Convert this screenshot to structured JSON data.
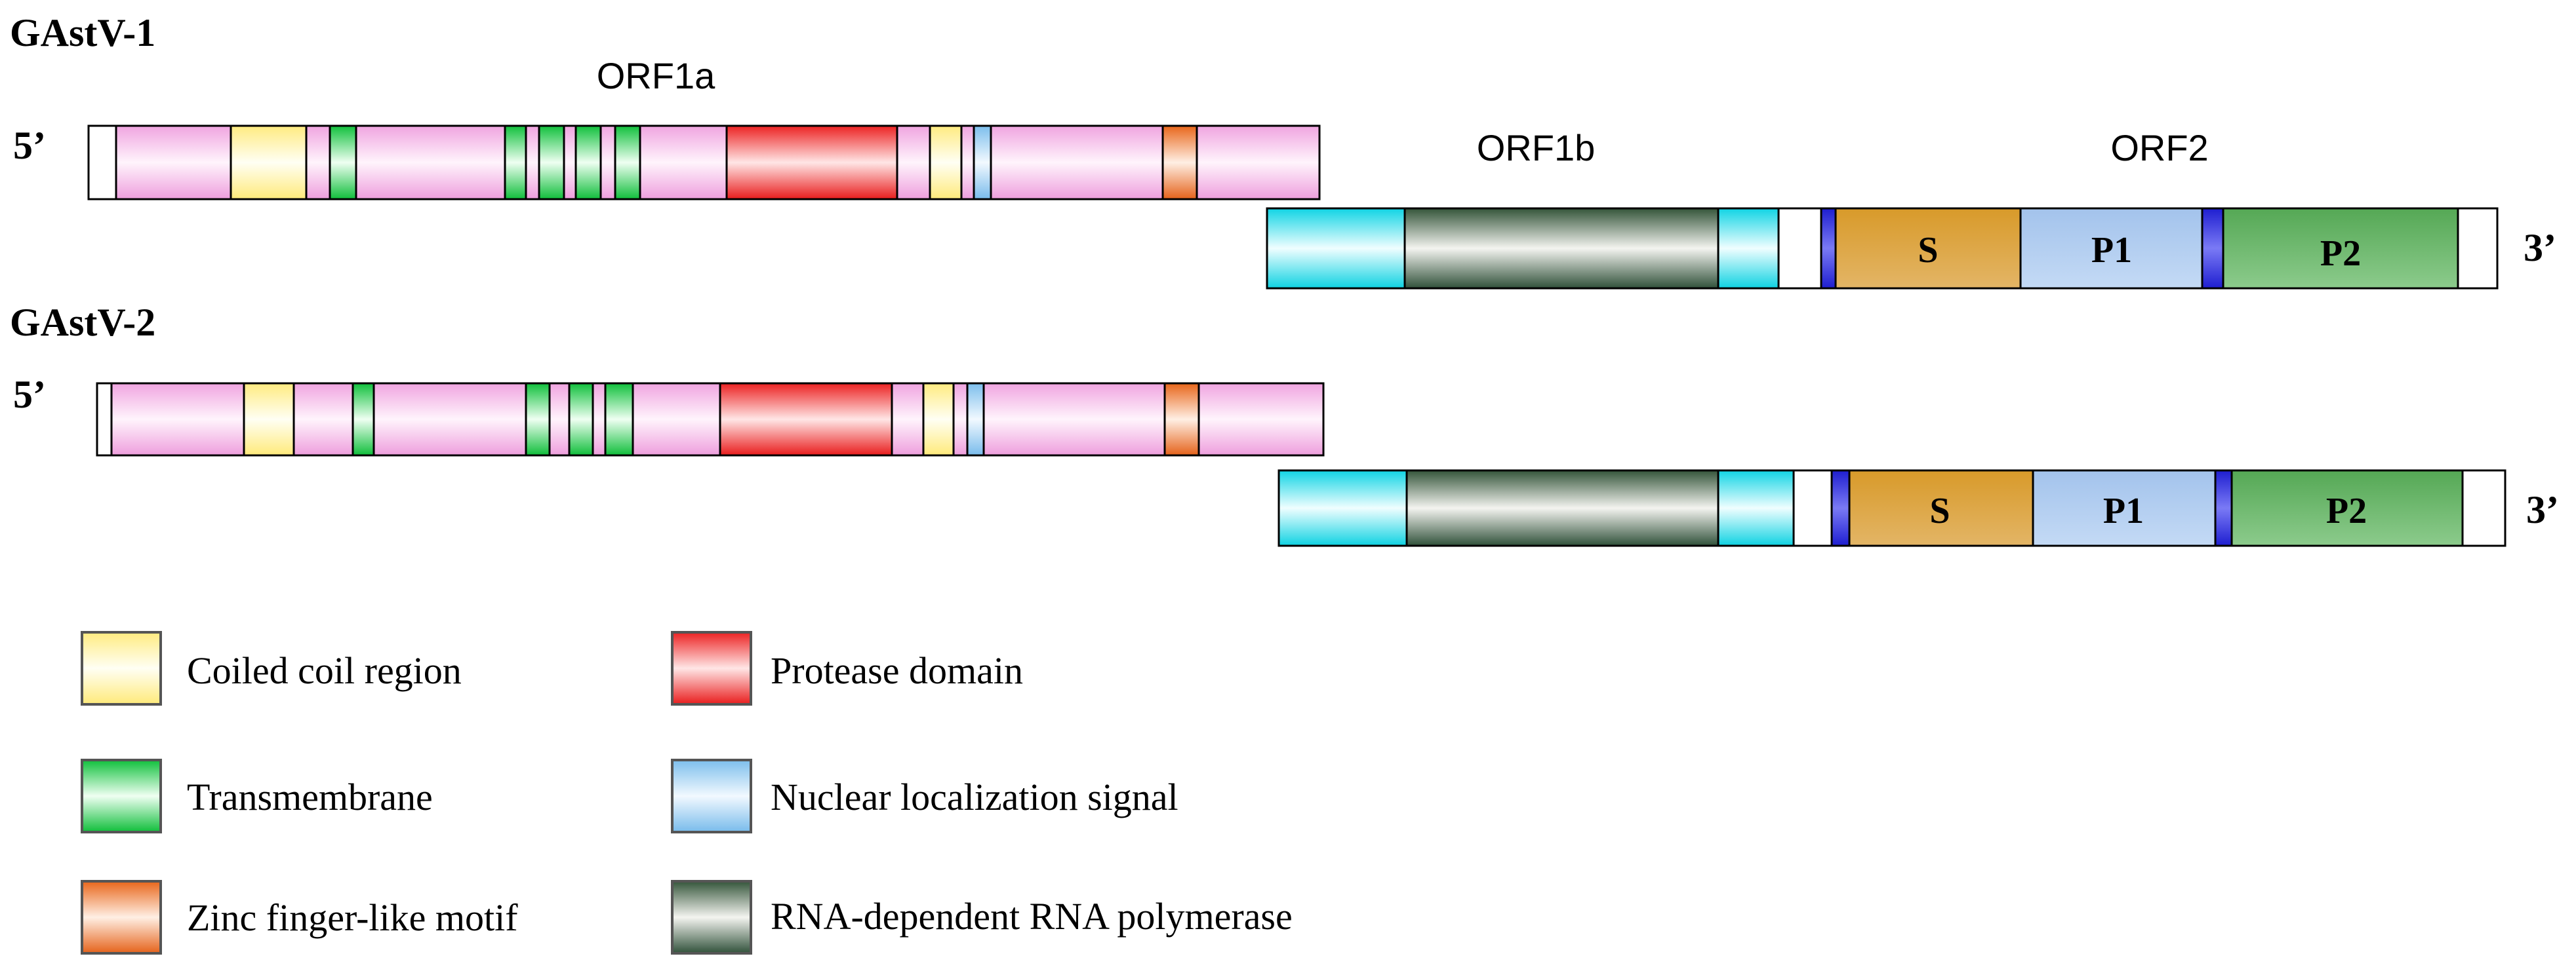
{
  "genomes": [
    {
      "name": "GAstV-1",
      "five_prime": "5’",
      "three_prime": "3’",
      "orf1a_label": "ORF1a",
      "orf1b_label": "ORF1b",
      "orf2_label": "ORF2",
      "orf2_labels": {
        "s": "S",
        "p1": "P1",
        "p2": "P2"
      }
    },
    {
      "name": "GAstV-2",
      "five_prime": "5’",
      "three_prime": "3’",
      "orf2_labels": {
        "s": "S",
        "p1": "P1",
        "p2": "P2"
      }
    }
  ],
  "legend": [
    {
      "label": "Coiled coil region",
      "icon": "coiled-coil-swatch",
      "color": "#FFF39A"
    },
    {
      "label": "Protease domain",
      "icon": "protease-swatch",
      "color": "#F02C2C"
    },
    {
      "label": "Transmembrane",
      "icon": "transmembrane-swatch",
      "color": "#17C943"
    },
    {
      "label": "Nuclear localization signal",
      "icon": "nls-swatch",
      "color": "#8CC8F0"
    },
    {
      "label": "Zinc finger-like motif",
      "icon": "zinc-finger-swatch",
      "color": "#EA6F1C"
    },
    {
      "label": "RNA-dependent RNA polymerase",
      "icon": "rdrp-swatch",
      "color": "#3F5F3F"
    }
  ],
  "colors": {
    "orf1a_base": "#F5A8E6",
    "orf1b_base": "#14D8E6",
    "orf2_s": "#D9A030",
    "orf2_p1": "#A9C9EE",
    "orf2_p2": "#5EB05E",
    "orf2_linker": "#2A2ADB",
    "untranslated": "#FFFFFF"
  }
}
